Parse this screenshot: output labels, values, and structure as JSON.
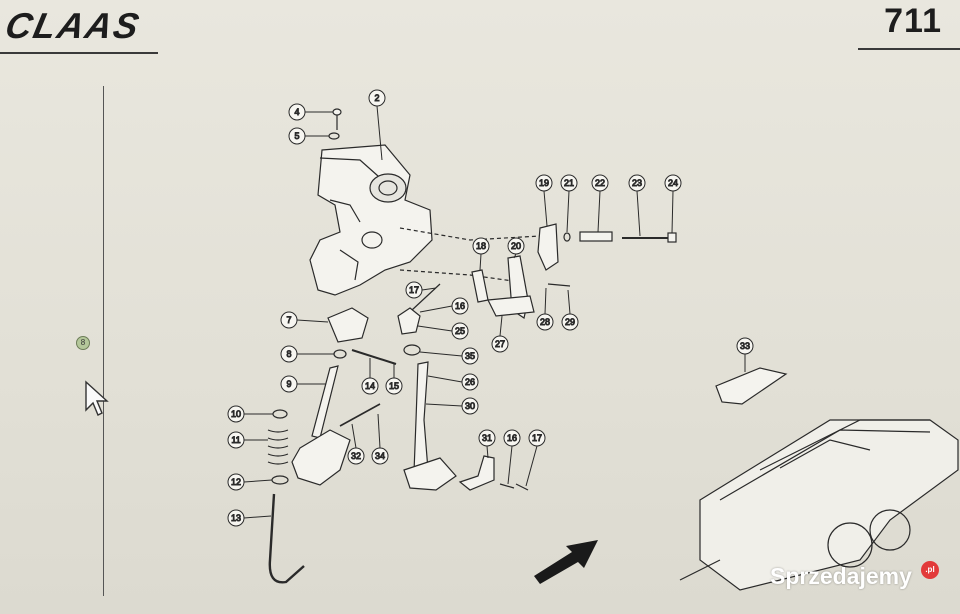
{
  "header": {
    "brand": "CLAAS",
    "page_number": "711"
  },
  "callouts": {
    "c2": "2",
    "c4": "4",
    "c5": "5",
    "c7": "7",
    "c8": "8",
    "c9": "9",
    "c10": "10",
    "c11": "11",
    "c12": "12",
    "c13": "13",
    "c14": "14",
    "c15": "15",
    "c16a": "16",
    "c17a": "17",
    "c18": "18",
    "c19": "19",
    "c20": "20",
    "c21": "21",
    "c22": "22",
    "c23": "23",
    "c24": "24",
    "c25": "25",
    "c26": "26",
    "c27": "27",
    "c28": "28",
    "c29": "29",
    "c30": "30",
    "c31": "31",
    "c16b": "16",
    "c17b": "17",
    "c32": "32",
    "c33": "33",
    "c34": "34",
    "c35": "35",
    "marker": "8"
  },
  "watermark": {
    "text": "Sprzedajemy",
    "badge": ".pl"
  },
  "icons": [
    "cursor-arrow-icon",
    "direction-arrow-icon"
  ],
  "colors": {
    "background": "#e4e2d8",
    "line": "#2a2a2a",
    "marker": "#b4c79a",
    "watermark_badge": "#e23a3a"
  }
}
